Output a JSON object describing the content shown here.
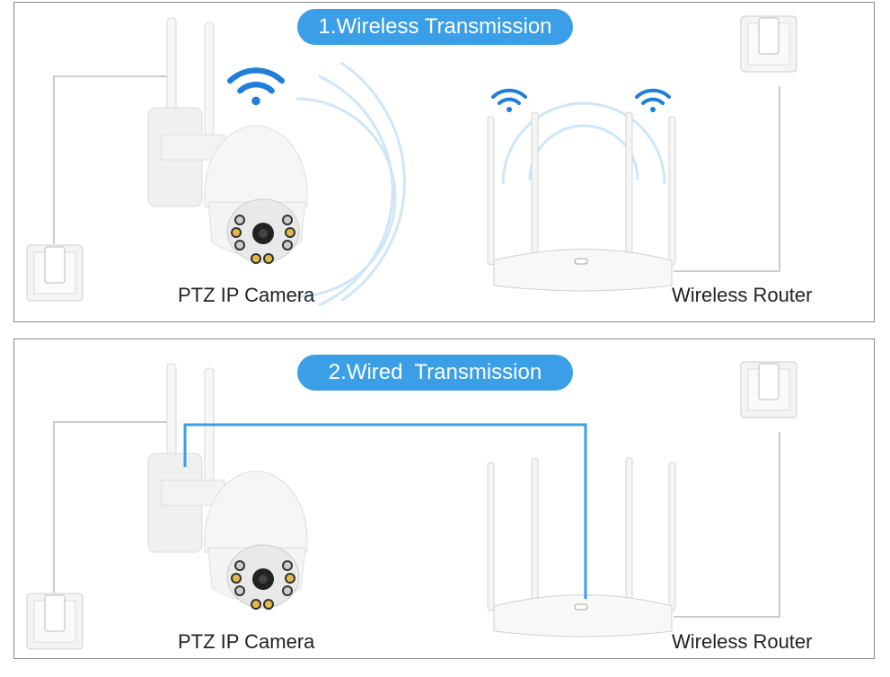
{
  "panels": [
    {
      "title": "1.Wireless Transmission",
      "camera_label": "PTZ IP Camera",
      "router_label": "Wireless Router",
      "mode": "wireless"
    },
    {
      "title": "2.Wired  Transmission",
      "camera_label": "PTZ IP Camera",
      "router_label": "Wireless Router",
      "mode": "wired"
    }
  ],
  "colors": {
    "accent": "#3a9fe6",
    "wifi": "#1f7fd8"
  }
}
